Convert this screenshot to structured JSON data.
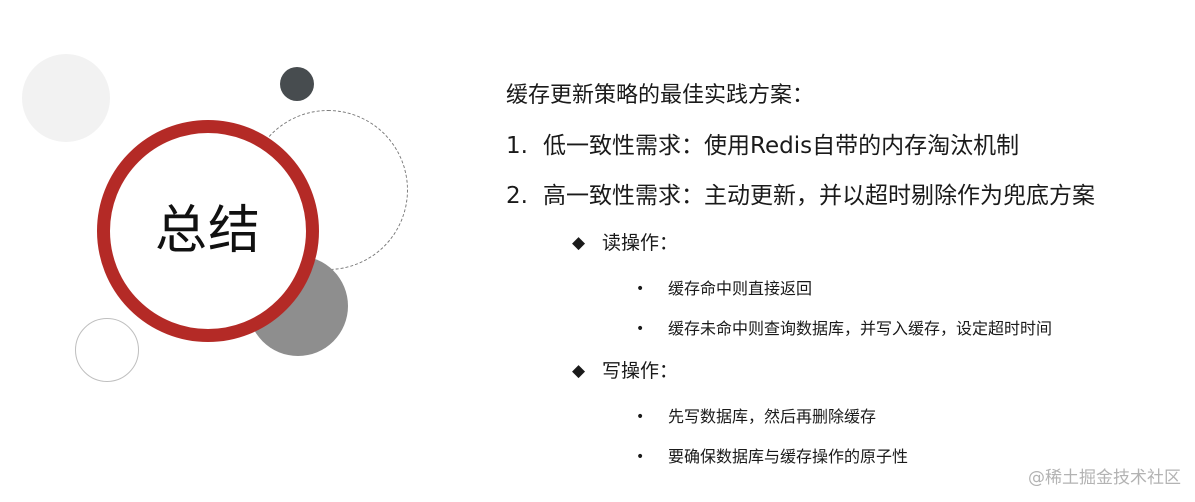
{
  "ring_title": "总结",
  "heading": "缓存更新策略的最佳实践方案：",
  "items": [
    {
      "num": "1.",
      "text": "低一致性需求：使用Redis自带的内存淘汰机制"
    },
    {
      "num": "2.",
      "text": "高一致性需求：主动更新，并以超时剔除作为兜底方案"
    }
  ],
  "read_ops": {
    "label": "读操作：",
    "points": [
      "缓存命中则直接返回",
      "缓存未命中则查询数据库，并写入缓存，设定超时时间"
    ]
  },
  "write_ops": {
    "label": "写操作：",
    "points": [
      "先写数据库，然后再删除缓存",
      "要确保数据库与缓存操作的原子性"
    ]
  },
  "glyphs": {
    "diamond": "◆",
    "bullet": "•"
  },
  "watermark": "@稀土掘金技术社区",
  "colors": {
    "ring": "#b42a26",
    "dark_dot": "#474c4f",
    "gray": "#8e8e8e",
    "light": "#f2f2f2"
  }
}
